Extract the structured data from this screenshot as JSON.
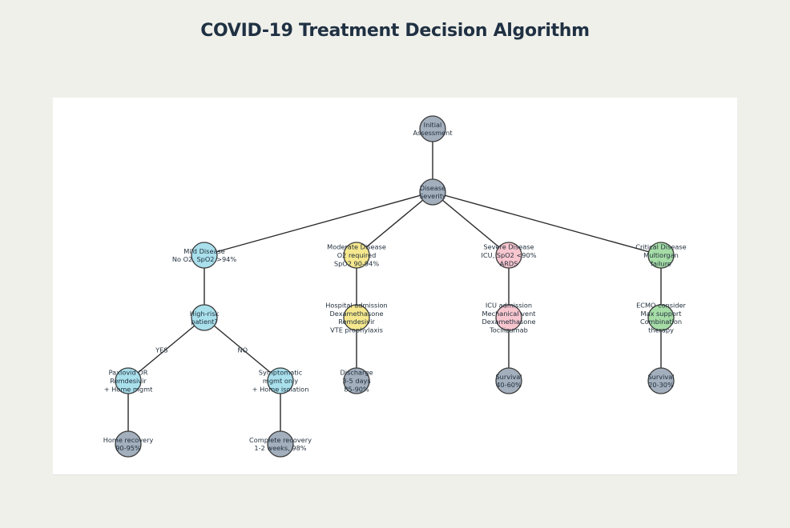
{
  "title": "COVID-19 Treatment Decision Algorithm",
  "colors": {
    "gray": "#a3afbd",
    "cyan": "#a9e0ec",
    "yellow": "#f6e88e",
    "pink": "#f8c6cf",
    "green": "#a6dca6"
  },
  "nodes": [
    {
      "id": "initial-assessment",
      "lines": [
        "Initial",
        "Assessment"
      ],
      "color": "gray"
    },
    {
      "id": "disease-severity",
      "lines": [
        "Disease",
        "Severity"
      ],
      "color": "gray"
    },
    {
      "id": "mild-disease",
      "lines": [
        "Mild Disease",
        "No O2, SpO2 >94%"
      ],
      "color": "cyan"
    },
    {
      "id": "moderate-disease",
      "lines": [
        "Moderate Disease",
        "O2 required",
        "SpO2 90-94%"
      ],
      "color": "yellow"
    },
    {
      "id": "severe-disease",
      "lines": [
        "Severe Disease",
        "ICU, SpO2 <90%",
        "ARDS"
      ],
      "color": "pink"
    },
    {
      "id": "critical-disease",
      "lines": [
        "Critical Disease",
        "Multiorgan",
        "failure"
      ],
      "color": "green"
    },
    {
      "id": "high-risk-patient",
      "lines": [
        "High-risk",
        "patient?"
      ],
      "color": "cyan"
    },
    {
      "id": "hospital-admission",
      "lines": [
        "Hospital admission",
        "Dexamethasone",
        "Remdesivir",
        "VTE prophylaxis"
      ],
      "color": "yellow"
    },
    {
      "id": "icu-admission",
      "lines": [
        "ICU admission",
        "Mechanical vent",
        "Dexamethasone",
        "Tocilizumab"
      ],
      "color": "pink"
    },
    {
      "id": "ecmo-consider",
      "lines": [
        "ECMO consider",
        "Max support",
        "Combination",
        "therapy"
      ],
      "color": "green"
    },
    {
      "id": "paxlovid-or-remdesivir",
      "lines": [
        "Paxlovid OR",
        "Remdesivir",
        "+ Home mgmt"
      ],
      "color": "cyan"
    },
    {
      "id": "symptomatic-mgmt",
      "lines": [
        "Symptomatic",
        "mgmt only",
        "+ Home isolation"
      ],
      "color": "cyan"
    },
    {
      "id": "discharge",
      "lines": [
        "Discharge",
        "3-5 days",
        "85-90%"
      ],
      "color": "gray"
    },
    {
      "id": "survival-severe",
      "lines": [
        "Survival",
        "40-60%"
      ],
      "color": "gray"
    },
    {
      "id": "survival-critical",
      "lines": [
        "Survival",
        "20-30%"
      ],
      "color": "gray"
    },
    {
      "id": "home-recovery",
      "lines": [
        "Home recovery",
        "90-95%"
      ],
      "color": "gray"
    },
    {
      "id": "complete-recovery",
      "lines": [
        "Complete recovery",
        "1-2 weeks, 98%"
      ],
      "color": "gray"
    }
  ],
  "edges": [
    {
      "from": "initial-assessment",
      "to": "disease-severity",
      "label": ""
    },
    {
      "from": "disease-severity",
      "to": "mild-disease",
      "label": ""
    },
    {
      "from": "disease-severity",
      "to": "moderate-disease",
      "label": ""
    },
    {
      "from": "disease-severity",
      "to": "severe-disease",
      "label": ""
    },
    {
      "from": "disease-severity",
      "to": "critical-disease",
      "label": ""
    },
    {
      "from": "mild-disease",
      "to": "high-risk-patient",
      "label": ""
    },
    {
      "from": "moderate-disease",
      "to": "hospital-admission",
      "label": ""
    },
    {
      "from": "severe-disease",
      "to": "icu-admission",
      "label": ""
    },
    {
      "from": "critical-disease",
      "to": "ecmo-consider",
      "label": ""
    },
    {
      "from": "high-risk-patient",
      "to": "paxlovid-or-remdesivir",
      "label": "YES"
    },
    {
      "from": "high-risk-patient",
      "to": "symptomatic-mgmt",
      "label": "NO"
    },
    {
      "from": "hospital-admission",
      "to": "discharge",
      "label": ""
    },
    {
      "from": "icu-admission",
      "to": "survival-severe",
      "label": ""
    },
    {
      "from": "ecmo-consider",
      "to": "survival-critical",
      "label": ""
    },
    {
      "from": "paxlovid-or-remdesivir",
      "to": "home-recovery",
      "label": ""
    },
    {
      "from": "symptomatic-mgmt",
      "to": "complete-recovery",
      "label": ""
    }
  ]
}
